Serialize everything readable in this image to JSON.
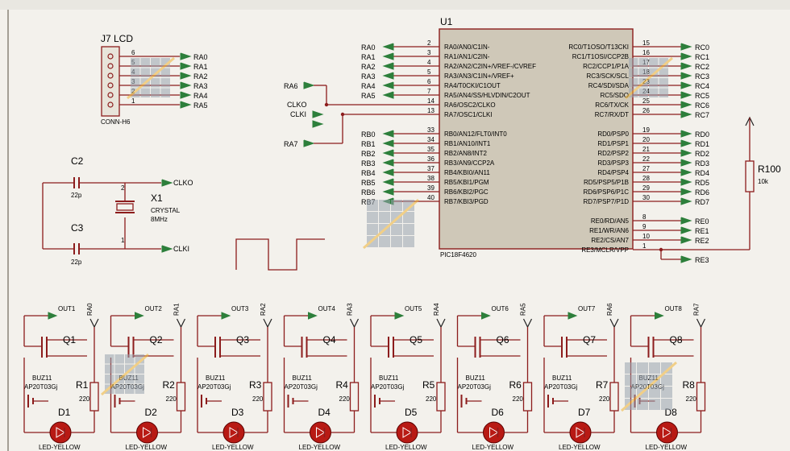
{
  "colors": {
    "sheet": "#f3f1ec",
    "wire": "#8c1c1c",
    "component": "#8c1c1c",
    "ic_fill": "#cfc8b8",
    "terminal_fill": "#2d7f3b",
    "text": "#000000",
    "watermark": "#f0b536"
  },
  "lcd": {
    "ref": "J7 LCD",
    "part": "CONN-H6",
    "pins": [
      "6",
      "5",
      "4",
      "3",
      "2",
      "1"
    ],
    "terminals": [
      "RA0",
      "RA1",
      "RA2",
      "RA3",
      "RA4",
      "RA5"
    ]
  },
  "clock": {
    "terminals": [
      "RA6",
      "CLKO",
      "CLKI",
      "RA7",
      "CLKO",
      "CLKI"
    ],
    "c2": {
      "ref": "C2",
      "value": "22p"
    },
    "c3": {
      "ref": "C3",
      "value": "22p"
    },
    "crystal": {
      "ref": "X1",
      "type": "CRYSTAL",
      "freq": "8MHz",
      "pin_top": "2",
      "pin_bottom": "1"
    }
  },
  "mcu": {
    "ref": "U1",
    "part": "PIC18F4620",
    "left_pins": [
      {
        "num": "2",
        "name": "RA0/AN0/C1IN-",
        "net": "RA0"
      },
      {
        "num": "3",
        "name": "RA1/AN1/C2IN-",
        "net": "RA1"
      },
      {
        "num": "4",
        "name": "RA2/AN2/C2IN+/VREF-/CVREF",
        "net": "RA2"
      },
      {
        "num": "5",
        "name": "RA3/AN3/C1IN+/VREF+",
        "net": "RA3"
      },
      {
        "num": "6",
        "name": "RA4/T0CKI/C1OUT",
        "net": "RA4"
      },
      {
        "num": "7",
        "name": "RA5/AN4/SS/HLVDIN/C2OUT",
        "net": "RA5"
      },
      {
        "num": "14",
        "name": "RA6/OSC2/CLKO",
        "net": "CLKO"
      },
      {
        "num": "13",
        "name": "RA7/OSC1/CLKI",
        "net": "CLKI"
      },
      {
        "num": "33",
        "name": "RB0/AN12/FLT0/INT0",
        "net": "RB0"
      },
      {
        "num": "34",
        "name": "RB1/AN10/INT1",
        "net": "RB1"
      },
      {
        "num": "35",
        "name": "RB2/AN8/INT2",
        "net": "RB2"
      },
      {
        "num": "36",
        "name": "RB3/AN9/CCP2A",
        "net": "RB3"
      },
      {
        "num": "37",
        "name": "RB4/KBI0/AN11",
        "net": "RB4"
      },
      {
        "num": "38",
        "name": "RB5/KBI1/PGM",
        "net": "RB5"
      },
      {
        "num": "39",
        "name": "RB6/KBI2/PGC",
        "net": "RB6"
      },
      {
        "num": "40",
        "name": "RB7/KBI3/PGD",
        "net": "RB7"
      }
    ],
    "right_pins": [
      {
        "num": "15",
        "name": "RC0/T1OSO/T13CKI",
        "net": "RC0"
      },
      {
        "num": "16",
        "name": "RC1/T1OSI/CCP2B",
        "net": "RC1"
      },
      {
        "num": "17",
        "name": "RC2/CCP1/P1A",
        "net": "RC2"
      },
      {
        "num": "18",
        "name": "RC3/SCK/SCL",
        "net": "RC3"
      },
      {
        "num": "23",
        "name": "RC4/SDI/SDA",
        "net": "RC4"
      },
      {
        "num": "24",
        "name": "RC5/SDO",
        "net": "RC5"
      },
      {
        "num": "25",
        "name": "RC6/TX/CK",
        "net": "RC6"
      },
      {
        "num": "26",
        "name": "RC7/RX/DT",
        "net": "RC7"
      },
      {
        "num": "19",
        "name": "RD0/PSP0",
        "net": "RD0"
      },
      {
        "num": "20",
        "name": "RD1/PSP1",
        "net": "RD1"
      },
      {
        "num": "21",
        "name": "RD2/PSP2",
        "net": "RD2"
      },
      {
        "num": "22",
        "name": "RD3/PSP3",
        "net": "RD3"
      },
      {
        "num": "27",
        "name": "RD4/PSP4",
        "net": "RD4"
      },
      {
        "num": "28",
        "name": "RD5/PSP5/P1B",
        "net": "RD5"
      },
      {
        "num": "29",
        "name": "RD6/PSP6/P1C",
        "net": "RD6"
      },
      {
        "num": "30",
        "name": "RD7/PSP7/P1D",
        "net": "RD7"
      },
      {
        "num": "8",
        "name": "RE0/RD/AN5",
        "net": "RE0"
      },
      {
        "num": "9",
        "name": "RE1/WR/AN6",
        "net": "RE1"
      },
      {
        "num": "10",
        "name": "RE2/CS/AN7",
        "net": "RE2"
      },
      {
        "num": "1",
        "name": "RE3/MCLR/VPP",
        "net": "RE3"
      }
    ]
  },
  "pullup": {
    "ref": "R100",
    "value": "10k"
  },
  "drivers": [
    {
      "out": "OUT1",
      "ra": "RA0",
      "q": "Q1",
      "r": "R1",
      "d": "D1"
    },
    {
      "out": "OUT2",
      "ra": "RA1",
      "q": "Q2",
      "r": "R2",
      "d": "D2"
    },
    {
      "out": "OUT3",
      "ra": "RA2",
      "q": "Q3",
      "r": "R3",
      "d": "D3"
    },
    {
      "out": "OUT4",
      "ra": "RA3",
      "q": "Q4",
      "r": "R4",
      "d": "D4"
    },
    {
      "out": "OUT5",
      "ra": "RA4",
      "q": "Q5",
      "r": "R5",
      "d": "D5"
    },
    {
      "out": "OUT6",
      "ra": "RA5",
      "q": "Q6",
      "r": "R6",
      "d": "D6"
    },
    {
      "out": "OUT7",
      "ra": "RA6",
      "q": "Q7",
      "r": "R7",
      "d": "D7"
    },
    {
      "out": "OUT8",
      "ra": "RA7",
      "q": "Q8",
      "r": "R8",
      "d": "D8"
    }
  ],
  "driver_common": {
    "mosfet_type": "BUZ11",
    "mosfet_part": "AP20T03Gj",
    "r_value": "220",
    "led_type": "LED-YELLOW"
  }
}
